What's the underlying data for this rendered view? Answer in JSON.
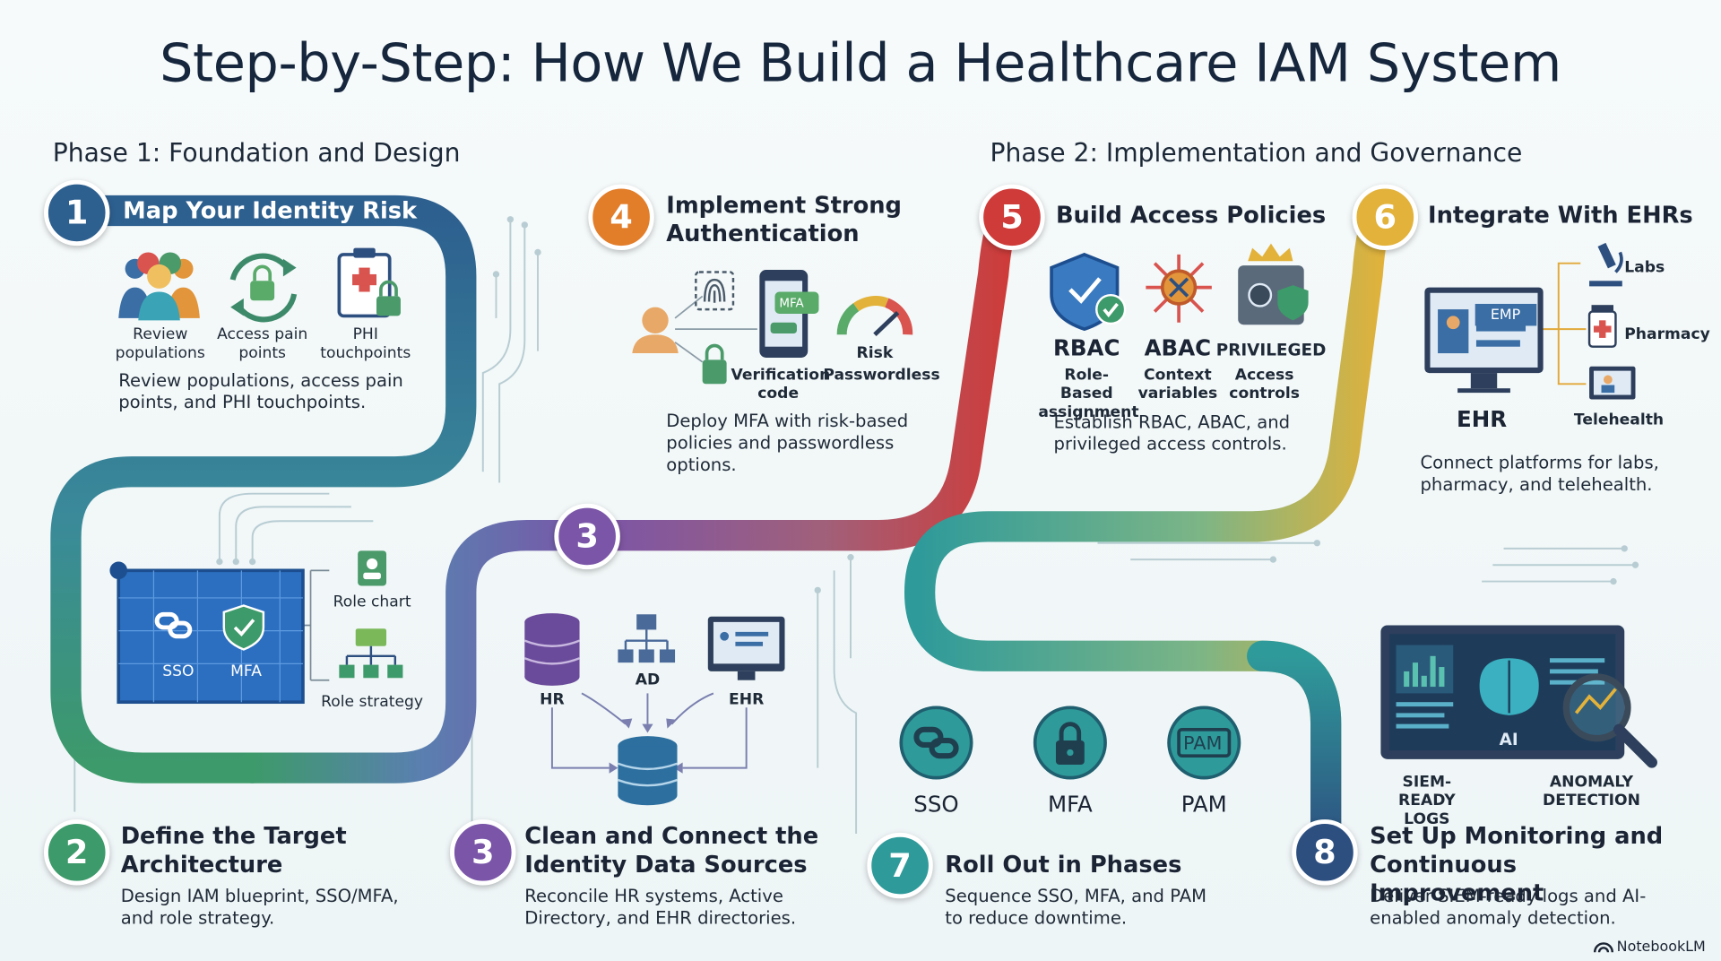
{
  "title": "Step-by-Step: How We Build a Healthcare IAM System",
  "phase1": "Phase 1: Foundation and Design",
  "phase2": "Phase 2: Implementation and Governance",
  "colors": {
    "step1": "#2d5f8f",
    "step2": "#3d9a6a",
    "step3": "#7a55a8",
    "step4": "#e27d2a",
    "step5": "#cf3b38",
    "step6": "#e2b23a",
    "step7": "#2f9a9a",
    "step8": "#2d4f80"
  },
  "steps": {
    "s1": {
      "num": "1",
      "title": "Map Your Identity Risk",
      "icons": [
        "Review populations",
        "Access pain points",
        "PHI touchpoints"
      ],
      "desc": "Review populations, access pain points, and PHI touchpoints."
    },
    "s2": {
      "num": "2",
      "title": "Define the Target Architecture",
      "desc": "Design IAM blueprint, SSO/MFA, and role strategy.",
      "sso": "SSO",
      "mfa": "MFA",
      "role_chart": "Role chart",
      "role_strategy": "Role strategy"
    },
    "s3": {
      "num": "3",
      "mid_num": "3",
      "title": "Clean and Connect the Identity Data Sources",
      "desc": "Reconcile HR systems, Active Directory, and EHR directories.",
      "hr": "HR",
      "ad": "AD",
      "ehr": "EHR"
    },
    "s4": {
      "num": "4",
      "title": "Implement Strong Authentication",
      "mfa_tag": "MFA",
      "verif": "Verification code",
      "risk": "Risk",
      "pwless": "Passwordless",
      "desc": "Deploy MFA with risk-based policies and passwordless options."
    },
    "s5": {
      "num": "5",
      "title": "Build Access Policies",
      "rbac": "RBAC",
      "rbac_sub": "Role-Based assignment",
      "abac": "ABAC",
      "abac_sub": "Context variables",
      "priv": "PRIVILEGED",
      "priv_sub": "Access controls",
      "desc": "Establish RBAC, ABAC, and privileged access controls."
    },
    "s6": {
      "num": "6",
      "title": "Integrate With EHRs",
      "emp": "EMP",
      "ehr": "EHR",
      "labs": "Labs",
      "pharmacy": "Pharmacy",
      "telehealth": "Telehealth",
      "desc": "Connect platforms for labs, pharmacy, and telehealth."
    },
    "s7": {
      "num": "7",
      "title": "Roll Out in Phases",
      "sso": "SSO",
      "mfa": "MFA",
      "pam": "PAM",
      "pam_icon": "PAM",
      "desc": "Sequence SSO, MFA, and PAM to reduce downtime."
    },
    "s8": {
      "num": "8",
      "title": "Set Up Monitoring and Continuous Improvement",
      "ai": "AI",
      "siem": "SIEM-READY LOGS",
      "anomaly": "ANOMALY DETECTION",
      "desc": "Deliver SIEM-ready logs and AI-enabled anomaly detection."
    }
  },
  "footer": "NotebookLM"
}
